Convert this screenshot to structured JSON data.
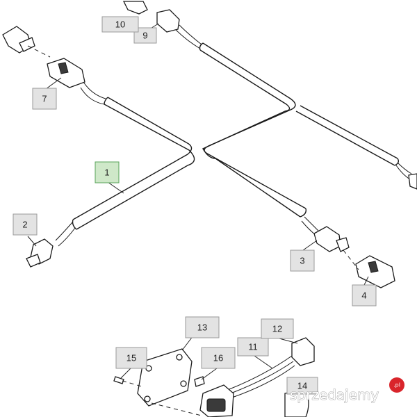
{
  "callouts": [
    {
      "id": "1",
      "label": "1",
      "highlight": true
    },
    {
      "id": "2",
      "label": "2"
    },
    {
      "id": "3",
      "label": "3"
    },
    {
      "id": "4",
      "label": "4"
    },
    {
      "id": "7",
      "label": "7"
    },
    {
      "id": "9",
      "label": "9"
    },
    {
      "id": "10",
      "label": "10"
    },
    {
      "id": "11",
      "label": "11"
    },
    {
      "id": "12",
      "label": "12"
    },
    {
      "id": "13",
      "label": "13"
    },
    {
      "id": "14",
      "label": "14"
    },
    {
      "id": "15",
      "label": "15"
    },
    {
      "id": "16",
      "label": "16"
    }
  ],
  "watermark": {
    "text": "sprzedajemy",
    "badge": ".pl"
  },
  "colors": {
    "highlight_fill": "#cfe8c9",
    "callout_fill": "#e3e3e3",
    "watermark_badge": "#d9252b"
  }
}
